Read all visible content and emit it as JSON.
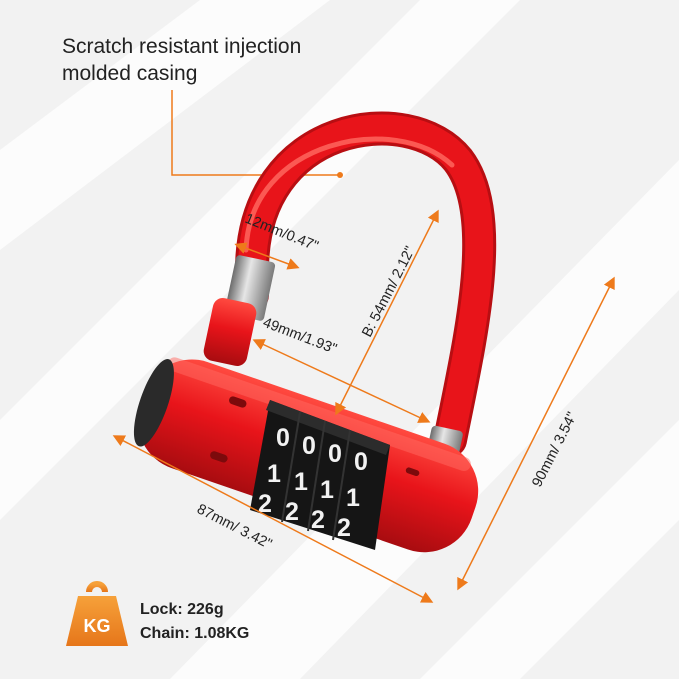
{
  "callout": {
    "line1": "Scratch resistant injection",
    "line2": "molded casing"
  },
  "dimensions": {
    "shackle_thickness": "12mm/0.47\"",
    "shackle_height": "B: 54mm/ 2.12\"",
    "shackle_width": "49mm/1.93\"",
    "body_length": "87mm/ 3.42\"",
    "total_height": "90mm/ 3.54\""
  },
  "dials": {
    "row1": [
      "0",
      "0",
      "0",
      "0"
    ],
    "row2": [
      "1",
      "1",
      "1",
      "1"
    ],
    "row3": [
      "2",
      "2",
      "2",
      "2"
    ]
  },
  "weight": {
    "icon_label": "KG",
    "lock_line": "Lock: 226g",
    "chain_line": "Chain: 1.08KG"
  },
  "colors": {
    "lock_red": "#e8141a",
    "accent_orange": "#ee7a1b",
    "background": "#f2f2f2"
  }
}
